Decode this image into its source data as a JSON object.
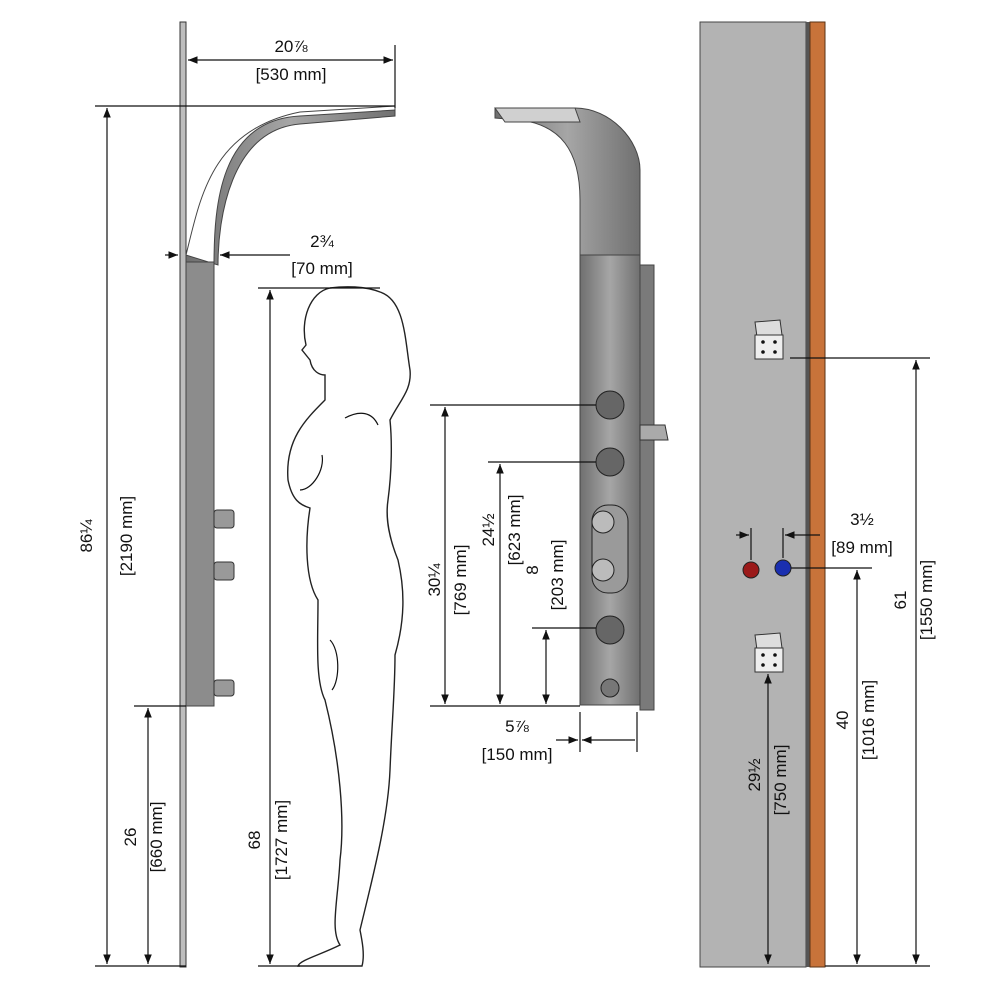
{
  "side_view": {
    "projection_width": "20⅞",
    "projection_width_mm": "[530 mm]",
    "wall_offset": "2¾",
    "wall_offset_mm": "[70 mm]",
    "total_height": "86¼",
    "total_height_mm": "[2190 mm]",
    "panel_bottom_height": "26",
    "panel_bottom_height_mm": "[660 mm]",
    "person_height": "68",
    "person_height_mm": "[1727 mm]"
  },
  "front_view": {
    "top_jet_height": "30¼",
    "top_jet_height_mm": "[769 mm]",
    "second_jet_height": "24½",
    "second_jet_height_mm": "[623 mm]",
    "lower_jet_height": "8",
    "lower_jet_height_mm": "[203 mm]",
    "panel_width": "5⅞",
    "panel_width_mm": "[150 mm]"
  },
  "wall_view": {
    "inlet_spacing": "3½",
    "inlet_spacing_mm": "[89 mm]",
    "top_bracket_height": "61",
    "top_bracket_height_mm": "[1550 mm]",
    "inlet_height": "40",
    "inlet_height_mm": "[1016 mm]",
    "bottom_bracket_height": "29½",
    "bottom_bracket_height_mm": "[750 mm]"
  },
  "colors": {
    "panel": "#8e8e8e",
    "wall": "#b5b5b5",
    "wood": "#c8733a",
    "hot_inlet": "#9b1a1a",
    "cold_inlet": "#1a2fb0"
  }
}
